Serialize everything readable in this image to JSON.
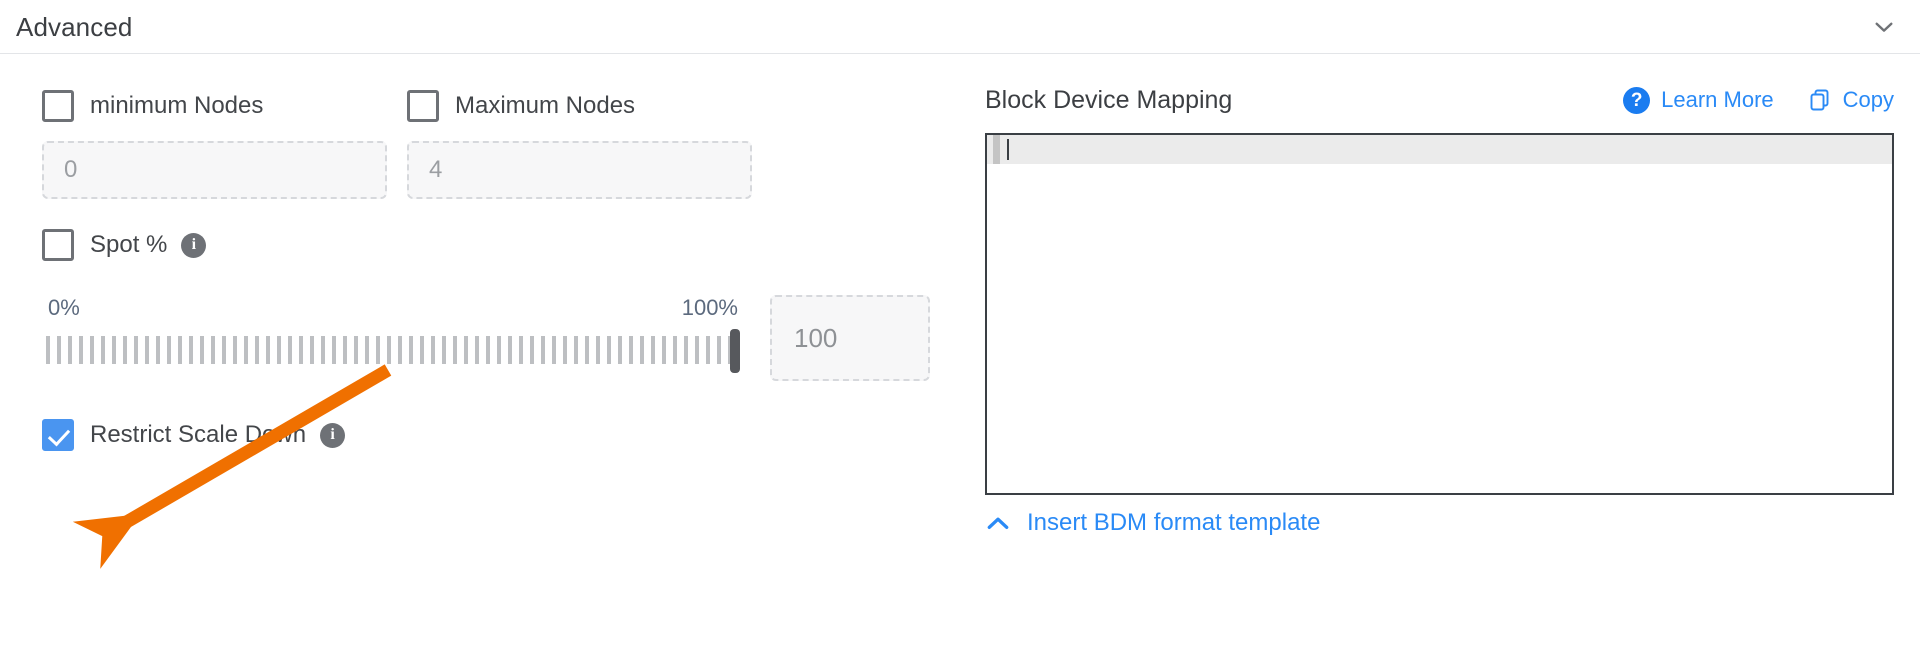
{
  "header": {
    "title": "Advanced",
    "collapse_icon": "chevron-down-icon"
  },
  "left": {
    "min_nodes": {
      "label": "minimum Nodes",
      "checked": false,
      "input_value": "0"
    },
    "max_nodes": {
      "label": "Maximum Nodes",
      "checked": false,
      "input_value": "4"
    },
    "spot": {
      "label": "Spot %",
      "checked": false,
      "info_icon": "info-icon"
    },
    "slider": {
      "min_label": "0%",
      "max_label": "100%",
      "value": "100",
      "percent": 100
    },
    "restrict": {
      "label": "Restrict Scale Down",
      "checked": true,
      "info_icon": "info-icon"
    }
  },
  "right": {
    "title": "Block Device Mapping",
    "learn_more": {
      "label": "Learn More",
      "icon": "question-circle-icon"
    },
    "copy": {
      "label": "Copy",
      "icon": "copy-icon"
    },
    "editor": {
      "content": ""
    },
    "footer": {
      "label": "Insert BDM format template",
      "icon": "chevron-up-icon"
    }
  },
  "annotation": {
    "color": "#f07000",
    "shape": "arrow",
    "points_to": "Restrict Scale Down"
  },
  "colors": {
    "accent_blue": "#2a8af6",
    "checkbox_checked": "#4a95f0",
    "annotation_orange": "#f07000",
    "text_dark": "#3c3f43",
    "slider_label": "#5c6a7e"
  }
}
